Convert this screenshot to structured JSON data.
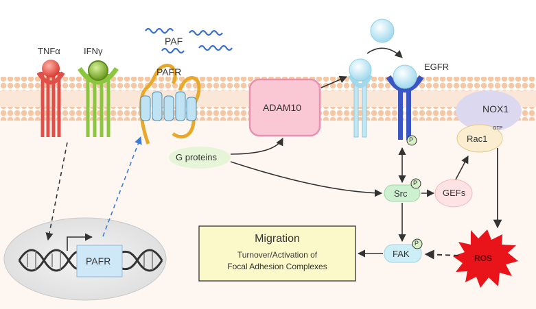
{
  "labels": {
    "tnf": "TNFα",
    "ifn": "IFNγ",
    "paf": "PAF",
    "pafr_receptor": "PAFR",
    "adam10": "ADAM10",
    "egfr": "EGFR",
    "nox1": "NOX1",
    "rac1": "Rac1",
    "gtp": "GTP",
    "g_proteins": "G proteins",
    "src": "Src",
    "gefs": "GEFs",
    "fak": "FAK",
    "ros": "ROS",
    "pafr_gene": "PAFR",
    "phospho": "P"
  },
  "migration": {
    "title": "Migration",
    "line1": "Turnover/Activation of",
    "line2": "Focal Adhesion Complexes"
  },
  "colors": {
    "membrane": "#f6c7a4",
    "tnf": "#e0504a",
    "ifn": "#8cc63f",
    "paf": "#3a6fd0",
    "adam10_fill": "#f9c8d4",
    "adam10_border": "#e98fb0",
    "egfr": "#3a55c4",
    "nox1": "#dcd8ef",
    "ros": "#e8141a",
    "migration_fill": "#fbf9c9",
    "pafr_gene_fill": "#cfe8f8"
  }
}
